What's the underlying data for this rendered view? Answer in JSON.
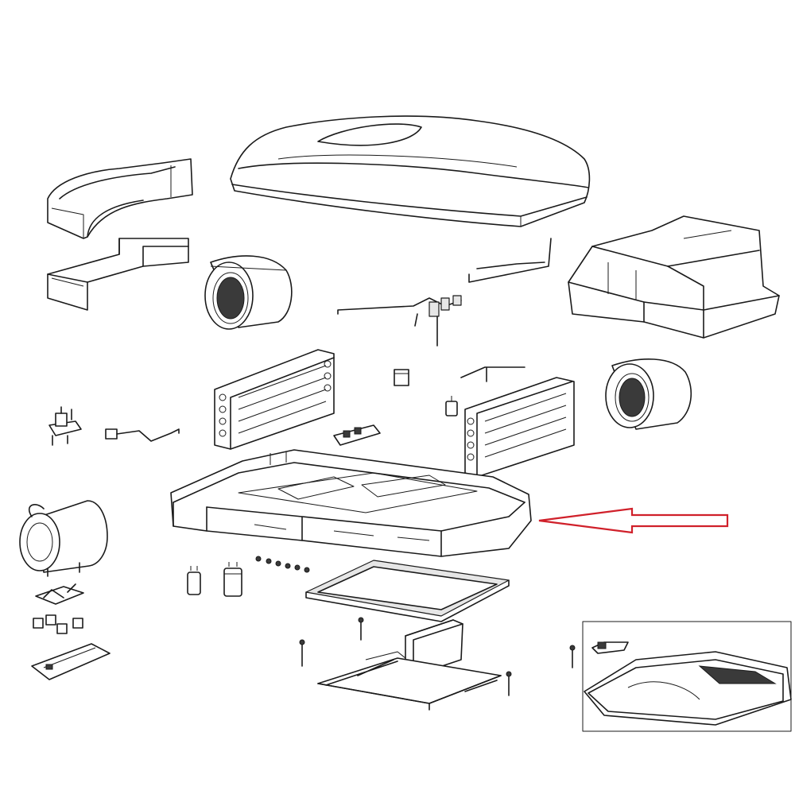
{
  "colors": {
    "line": "#1a1a1a",
    "fill": "#ffffff",
    "shade": "#e6e6e6",
    "dark": "#3a3a3a",
    "accent": "#d0202a",
    "background": "#ffffff"
  },
  "diagram": {
    "kind": "exploded-parts-view",
    "highlighted_part": "base-pan",
    "parts": [
      "top-cover-shroud",
      "rear-fan-duct",
      "duct-frame",
      "condenser-blower",
      "wiring-harness",
      "front-cover-shroud",
      "evaporator-coil",
      "relay-small",
      "thermostat-sensor",
      "control-board",
      "condenser-coil",
      "evaporator-blower",
      "switch-assembly",
      "capacitor-wire",
      "base-pan",
      "compressor",
      "capacitor-small",
      "capacitor-large",
      "mount-screws",
      "ceiling-gasket-frame",
      "mounting-bracket",
      "clips",
      "mount-plate",
      "drain-duct",
      "bolts",
      "ceiling-grille-inset"
    ]
  }
}
